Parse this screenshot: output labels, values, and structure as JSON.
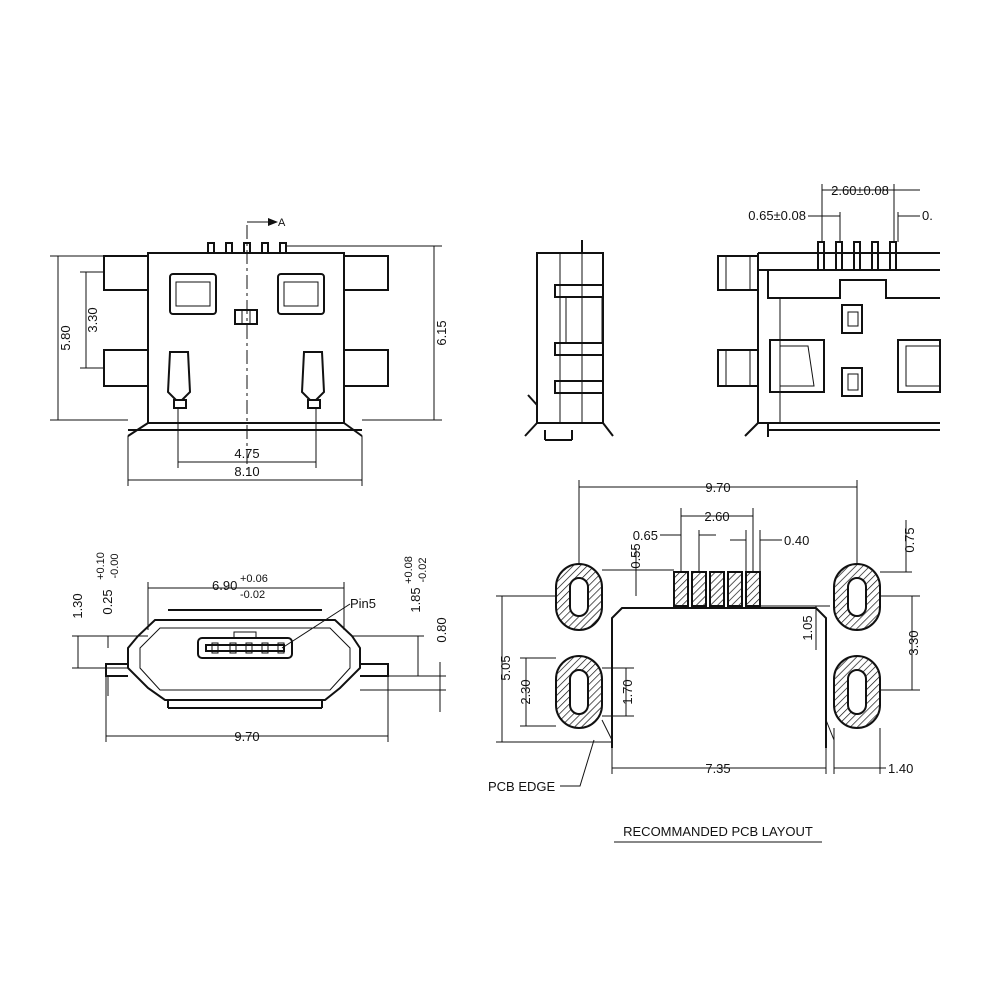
{
  "colors": {
    "line": "#111111",
    "background": "#ffffff"
  },
  "top_view": {
    "section_marker": "A",
    "dim_height_outer": "5.80",
    "dim_pad_pitch": "3.30",
    "dim_height_total": "6.15",
    "dim_inner_width": "4.75",
    "dim_total_width": "8.10"
  },
  "top_right_view": {
    "dim_pin_span": "2.60±0.08",
    "dim_pin_pitch": "0.65±0.08",
    "dim_cut": "0."
  },
  "front_view": {
    "dim_opening_width": "6.90",
    "dim_opening_tol_plus": "+0.06",
    "dim_opening_tol_minus": "-0.02",
    "label_pin5": "Pin5",
    "dim_left_height": "1.30",
    "dim_left_offset": "0.25",
    "dim_left_tol_plus": "+0.10",
    "dim_left_tol_minus": "-0.00",
    "dim_right_offset": "1.85",
    "dim_right_tol_plus": "+0.08",
    "dim_right_tol_minus": "-0.02",
    "dim_right_height": "0.80",
    "dim_bottom_width": "9.70"
  },
  "pcb_layout": {
    "title": "RECOMMANDED PCB LAYOUT",
    "dim_overall_width": "9.70",
    "dim_pin_span": "2.60",
    "dim_pin_pitch": "0.65",
    "dim_pad_width": "0.40",
    "dim_pad_offset": "0.55",
    "dim_slot_width": "0.75",
    "dim_pin_to_edge": "1.05",
    "dim_total_height": "5.05",
    "dim_slot_height": "2.30",
    "dim_slot_pitch_left": "1.70",
    "dim_slot_pitch_right": "3.30",
    "dim_inner_width": "7.35",
    "dim_slot_right": "1.40",
    "label_pcb_edge": "PCB EDGE"
  }
}
